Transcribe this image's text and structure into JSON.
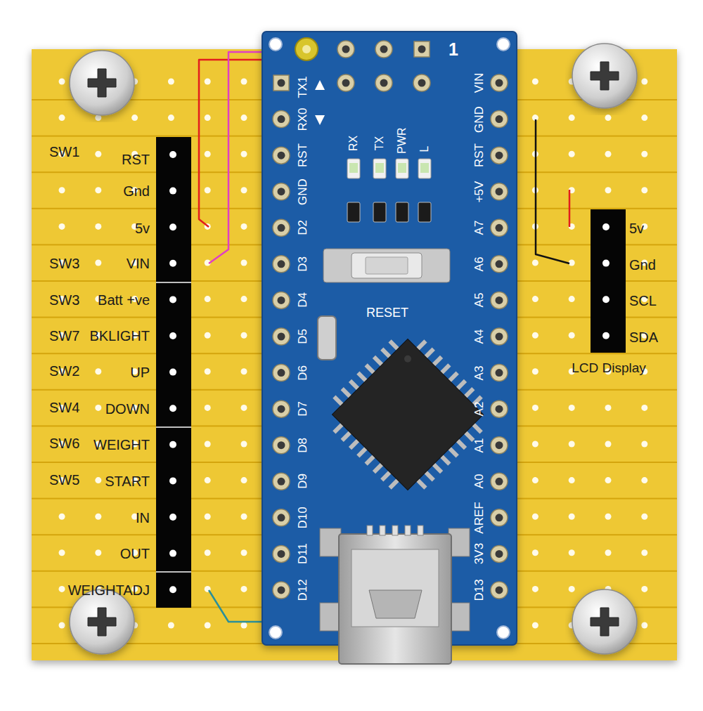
{
  "diagram": {
    "labels": [
      "1",
      "TX1",
      "RX0",
      "RST",
      "GND",
      "D2",
      "D3",
      "D4",
      "D5",
      "D6",
      "D7",
      "D8",
      "D9",
      "D10",
      "D11",
      "D12",
      "VIN",
      "GND",
      "RST",
      "+5V",
      "A7",
      "A6",
      "A5",
      "A4",
      "A3",
      "A2",
      "A1",
      "A0",
      "AREF",
      "3V3",
      "D13",
      "RX",
      "TX",
      "PWR",
      "L",
      "RESET",
      "SW1",
      "RST",
      "Gnd",
      "5v",
      "SW3",
      "VIN",
      "SW3",
      "Batt +ve",
      "SW7",
      "BKLIGHT",
      "SW2",
      "UP",
      "SW4",
      "DOWN",
      "SW6",
      "WEIGHT",
      "SW5",
      "START",
      "IN",
      "OUT",
      "WEIGHTADJ",
      "5v",
      "Gnd",
      "SCL",
      "SDA",
      "LCD Display"
    ]
  }
}
